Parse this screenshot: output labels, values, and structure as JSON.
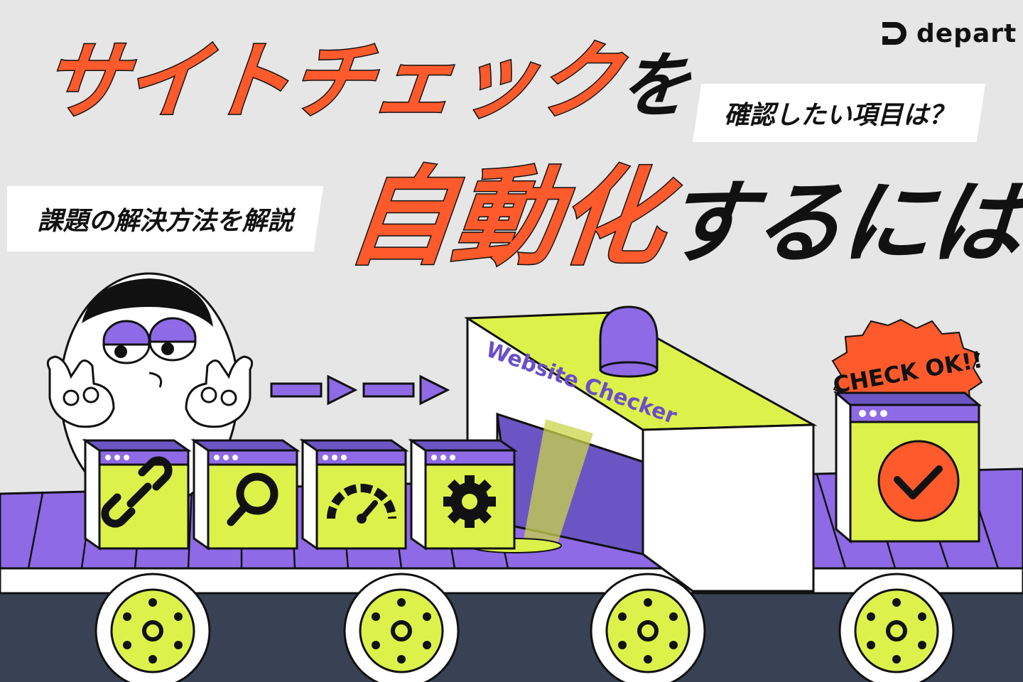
{
  "headline": {
    "line1_main": "サイトチェック",
    "line1_particle": "を",
    "line2_main": "自動化",
    "line2_tail": "するには？"
  },
  "tags": {
    "top_right": "確認したい項目は？",
    "left": "課題の解決方法を解説"
  },
  "brand": {
    "name": "depart"
  },
  "machine": {
    "label": "Website Checker"
  },
  "badge": {
    "label": "CHECK OK!!"
  },
  "items": [
    {
      "icon": "link-icon"
    },
    {
      "icon": "search-icon"
    },
    {
      "icon": "speedometer-icon"
    },
    {
      "icon": "gear-icon"
    }
  ],
  "colors": {
    "accent": "#ff5a2c",
    "lime": "#dcf24a",
    "purple": "#8e6ae6",
    "belt_dark": "#394255",
    "background": "#e6e6e6"
  }
}
